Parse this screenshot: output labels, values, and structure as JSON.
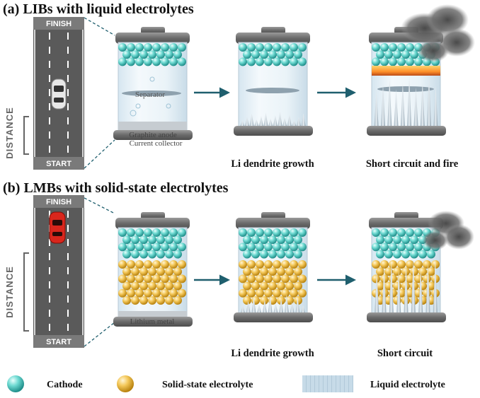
{
  "panel_a": {
    "title": "(a) LIBs with liquid electrolytes",
    "road": {
      "finish": "FINISH",
      "start": "START",
      "distance": "DISTANCE"
    },
    "cell_labels": {
      "separator": "Separator",
      "anode": "Graphite anode",
      "collector": "Current collector"
    },
    "captions": [
      "Li  dendrite  growth",
      "Short circuit and fire"
    ]
  },
  "panel_b": {
    "title": "(b) LMBs with solid-state electrolytes",
    "road": {
      "finish": "FINISH",
      "start": "START",
      "distance": "DISTANCE"
    },
    "cell_labels": {
      "anode": "Lithium metal"
    },
    "captions": [
      "Li  dendrite  growth",
      "Short circuit"
    ]
  },
  "legend": {
    "items": [
      {
        "label": "Cathode",
        "icon": "cathode-sphere-icon",
        "color": "#5ed3cb"
      },
      {
        "label": "Solid-state electrolyte",
        "icon": "electrolyte-sphere-icon",
        "color": "#f3c24f"
      },
      {
        "label": "Liquid electrolyte",
        "icon": "liquid-swatch-icon",
        "color": "#b8d3e4"
      }
    ]
  },
  "colors": {
    "cathode": "#5ed3cb",
    "solid_electrolyte": "#f3c24f",
    "liquid": "#dbe9f3",
    "cap": "#6e6e6e",
    "arrow": "#1f5f6e",
    "road": "#5a5a5a",
    "car_a": "#e8e8e8",
    "car_b": "#d9261c"
  }
}
